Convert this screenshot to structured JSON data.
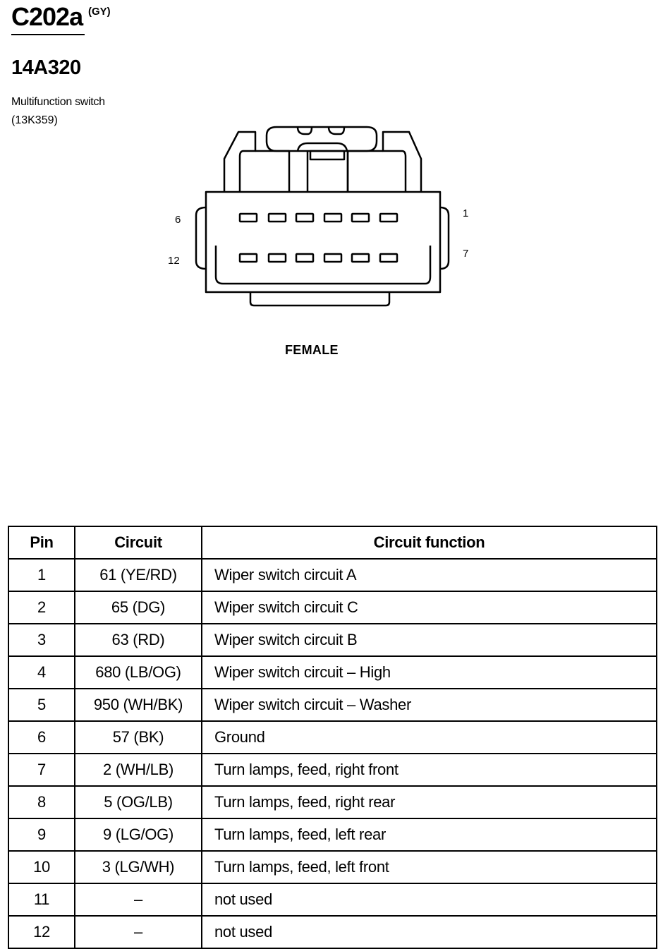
{
  "header": {
    "connector": "C202a",
    "color": "(GY)",
    "part_number": "14A320",
    "component": "Multifunction switch",
    "component_code": "(13K359)"
  },
  "diagram": {
    "pin_labels": {
      "top_left": "6",
      "bottom_left": "12",
      "top_right": "1",
      "bottom_right": "7"
    },
    "gender": "FEMALE",
    "cavities_per_row": 6,
    "rows": 2
  },
  "table": {
    "headers": [
      "Pin",
      "Circuit",
      "Circuit function"
    ],
    "rows": [
      {
        "pin": "1",
        "circuit": "61 (YE/RD)",
        "function": "Wiper switch circuit A"
      },
      {
        "pin": "2",
        "circuit": "65 (DG)",
        "function": "Wiper switch circuit C"
      },
      {
        "pin": "3",
        "circuit": "63 (RD)",
        "function": "Wiper switch circuit B"
      },
      {
        "pin": "4",
        "circuit": "680 (LB/OG)",
        "function": "Wiper switch circuit – High"
      },
      {
        "pin": "5",
        "circuit": "950 (WH/BK)",
        "function": "Wiper switch circuit – Washer"
      },
      {
        "pin": "6",
        "circuit": "57 (BK)",
        "function": "Ground"
      },
      {
        "pin": "7",
        "circuit": "2 (WH/LB)",
        "function": "Turn lamps, feed, right front"
      },
      {
        "pin": "8",
        "circuit": "5 (OG/LB)",
        "function": "Turn lamps, feed, right rear"
      },
      {
        "pin": "9",
        "circuit": "9 (LG/OG)",
        "function": "Turn lamps, feed, left rear"
      },
      {
        "pin": "10",
        "circuit": "3 (LG/WH)",
        "function": "Turn lamps, feed, left front"
      },
      {
        "pin": "11",
        "circuit": "–",
        "function": "not used"
      },
      {
        "pin": "12",
        "circuit": "–",
        "function": "not used"
      }
    ]
  }
}
